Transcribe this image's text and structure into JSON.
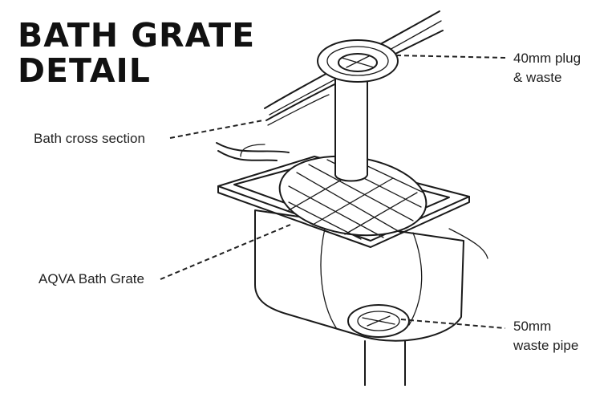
{
  "title": {
    "line1": "BATH GRATE",
    "line2": "DETAIL"
  },
  "labels": {
    "plug": {
      "line1": "40mm plug",
      "line2": "& waste"
    },
    "bath_cross_section": "Bath cross section",
    "bath_grate": "AQVA Bath Grate",
    "waste_pipe": {
      "line1": "50mm",
      "line2": "waste pipe"
    }
  },
  "colors": {
    "ink": "#1a1a1a",
    "background": "#ffffff"
  }
}
